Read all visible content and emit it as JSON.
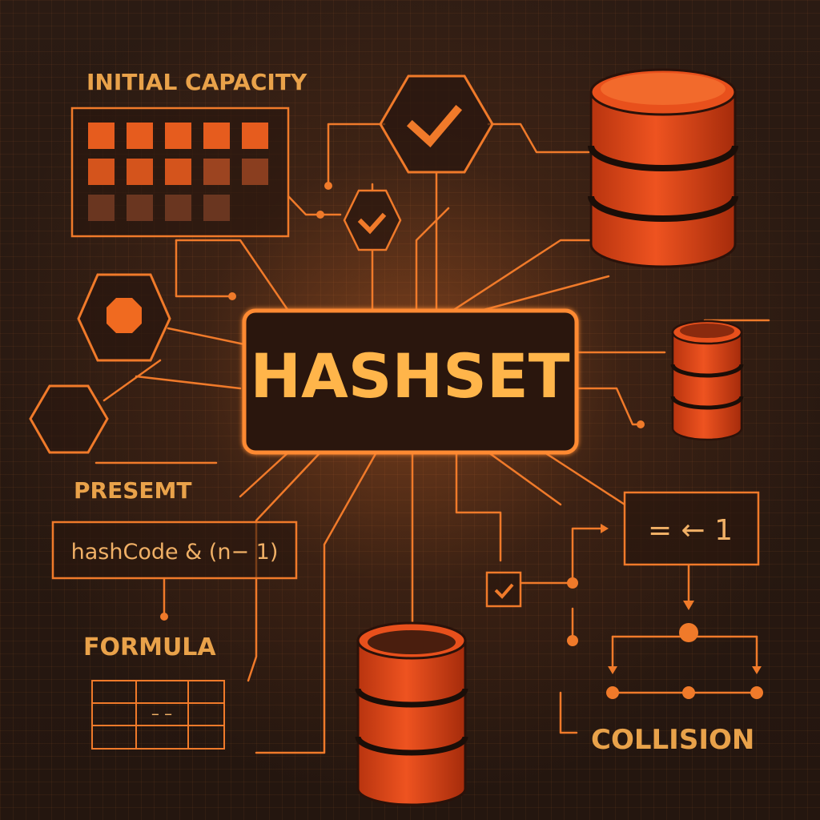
{
  "diagram": {
    "title": "HASHSET",
    "labels": {
      "initial_capacity": "INITIAL CAPACITY",
      "presemt": "PRESEMT",
      "formula": "FORMULA",
      "collision": "COLLISION"
    },
    "formula_box": "hashCode & (n− 1)",
    "assign_box": "= ← 1",
    "table_dash": "– –",
    "icons": [
      "checkmark-icon",
      "octagon-icon",
      "database-icon",
      "hexagon-icon"
    ],
    "colors": {
      "background": "#2a1a12",
      "line": "#f07a2a",
      "accent": "#ffb54a",
      "database": "#e2481c",
      "database_dark": "#1a0e08"
    }
  }
}
